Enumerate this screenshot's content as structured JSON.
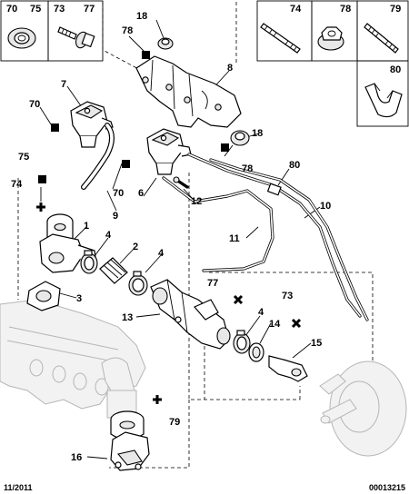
{
  "header_boxes": [
    {
      "labels": [
        "70",
        "75"
      ]
    },
    {
      "labels": [
        "73",
        "77"
      ]
    },
    {
      "labels": [
        "74"
      ]
    },
    {
      "labels": [
        "78"
      ]
    },
    {
      "labels": [
        "79"
      ]
    },
    {
      "labels": [
        "80"
      ]
    }
  ],
  "callouts": {
    "c1": "1",
    "c2": "2",
    "c3": "3",
    "c4a": "4",
    "c4b": "4",
    "c4c": "4",
    "c6": "6",
    "c7": "7",
    "c8": "8",
    "c9": "9",
    "c10": "10",
    "c11": "11",
    "c12": "12",
    "c13": "13",
    "c14": "14",
    "c15": "15",
    "c16": "16",
    "c18a": "18",
    "c18b": "18",
    "c70a": "70",
    "c70b": "70",
    "c73": "73",
    "c74": "74",
    "c75": "75",
    "c77": "77",
    "c78a": "78",
    "c78b": "78",
    "c79": "79",
    "c80": "80"
  },
  "footer": {
    "date": "11/2011",
    "ref": "00013215"
  }
}
